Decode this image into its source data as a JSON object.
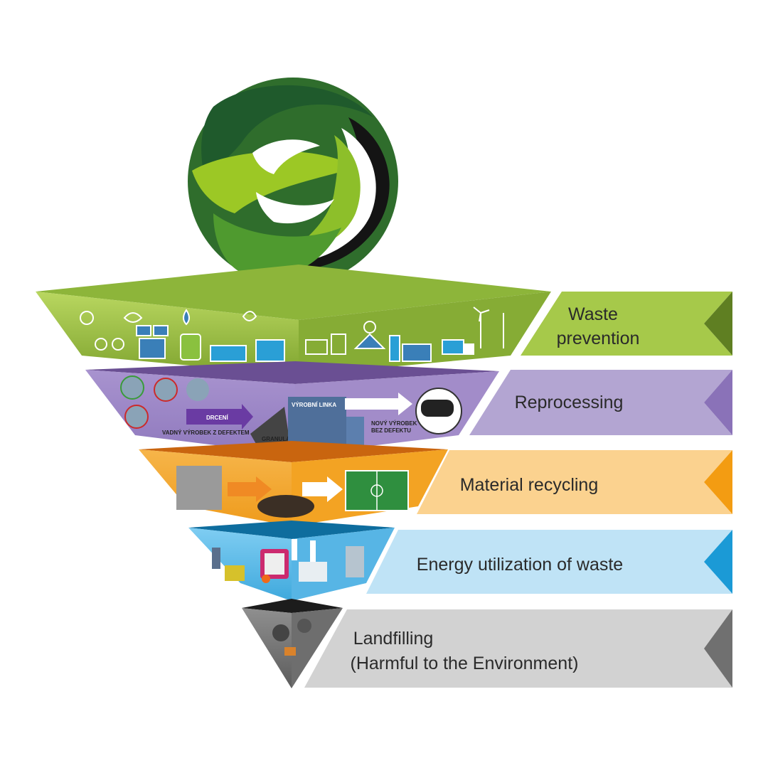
{
  "tiers": [
    {
      "id": "waste-prevention",
      "label_lines": [
        "Waste",
        "prevention"
      ],
      "band_color": "#a6c94a",
      "arrow_color": "#5f7f22"
    },
    {
      "id": "reprocessing",
      "label_lines": [
        "Reprocessing"
      ],
      "band_color": "#b3a5d2",
      "arrow_color": "#8a72b8"
    },
    {
      "id": "material-recycling",
      "label_lines": [
        "Material recycling"
      ],
      "band_color": "#fbd28f",
      "arrow_color": "#f39c12"
    },
    {
      "id": "energy-utilization",
      "label_lines": [
        "Energy utilization of waste"
      ],
      "band_color": "#bfe3f6",
      "arrow_color": "#1b9ad6"
    },
    {
      "id": "landfilling",
      "label_lines": [
        "Landfilling",
        "(Harmful to the Environment)"
      ],
      "band_color": "#d2d2d2",
      "arrow_color": "#707070"
    }
  ],
  "reprocessing_illustration": {
    "drceni": "DRCENÍ",
    "vadny": "VADNÝ VÝROBEK Z DEFEKTEM",
    "linka": "VÝROBNÍ LINKA",
    "granulat": "GRANULÁT",
    "novy_line1": "NOVÝ VÝROBEK",
    "novy_line2": "BEZ DEFEKTU"
  },
  "colors": {
    "logo_dark": "#1f5a2c",
    "logo_mid": "#4f9a2f",
    "logo_light": "#9cc825",
    "tier1_top": "#8db53a",
    "tier2_top": "#6a4f93",
    "tier3_top": "#c9650f",
    "tier4_top": "#0e6d9e",
    "tier5_top": "#1c1c1c"
  }
}
